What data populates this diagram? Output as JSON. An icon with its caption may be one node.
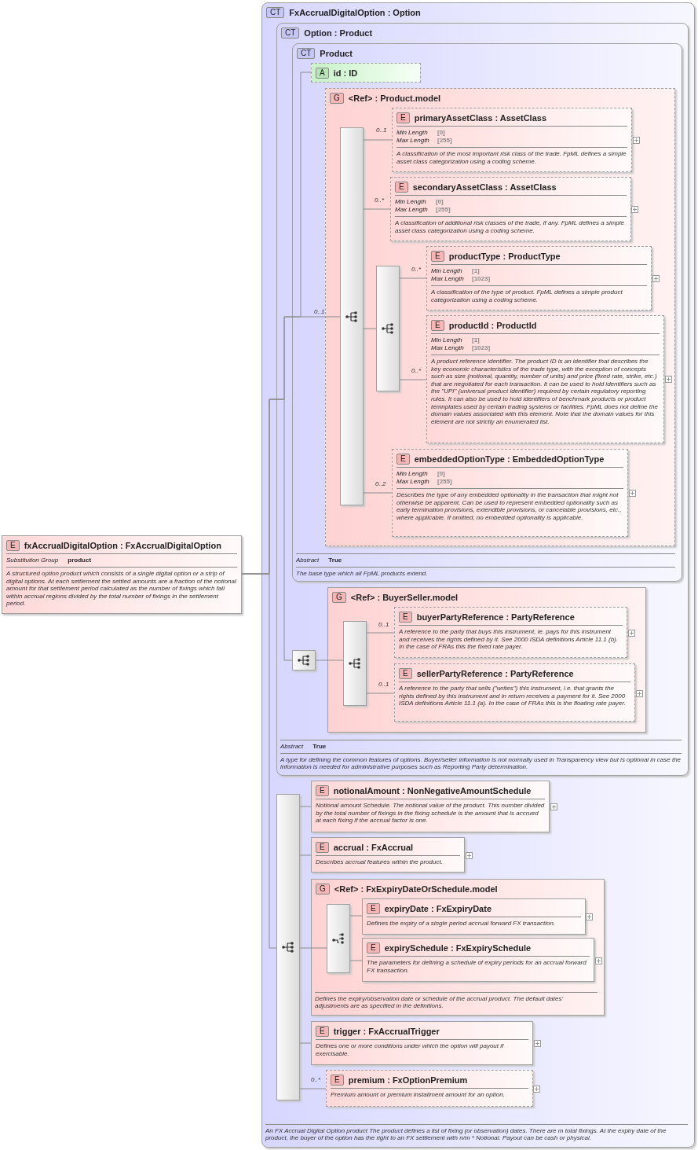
{
  "diagram": {
    "nodes": [
      {
        "text": [
          "E",
          "fxAccrualDigitalOption : FxAccrualDigitalOption",
          "Substitution Group",
          "product",
          "A structured option product which consists of a single digital option or a strip of digital options. At each settlement the settled amounts are a fraction of the notional amount for that settlement period calculated as the number of fixings which fall within accrual regions divided by the total number of fixings in the settlement period."
        ]
      },
      {
        "text": [
          "CT",
          "FxAccrualDigitalOption : Option",
          "An FX Accrual Digital Option product The product defines a list of fixing (or observation) dates. There are m total fixings. At the expiry date of the product, the buyer of the option has the right to an FX settlement with n/m * Notional. Payout can be cash or physical."
        ]
      },
      {
        "text": [
          "CT",
          "Option : Product",
          "Abstract",
          "True",
          "A type for defining the common features of options. Buyer/seller information is not normally used in Transparency view but is optional in case the information is needed for administrative purposes such as Reporting Party determination."
        ],
        "in": 1
      },
      {
        "text": [
          "CT",
          "Product",
          "Abstract",
          "True",
          "The base type which all FpML products extend."
        ],
        "in": 2
      },
      {
        "text": [
          "A",
          "id : ID"
        ],
        "in": 3
      },
      {
        "text": [
          "G",
          "<Ref> : Product.model"
        ],
        "in": 3
      },
      {
        "text": [],
        "shape": "box",
        "in": 5
      },
      {
        "text": [
          "E",
          "primaryAssetClass : AssetClass",
          "Min Length",
          "[0]",
          "Max Length",
          "[255]",
          "A classification of the most important risk class of the trade. FpML defines a simple asset class categorization using a coding scheme."
        ],
        "in": 5
      },
      {
        "text": [
          "E",
          "secondaryAssetClass : AssetClass",
          "Min Length",
          "[0]",
          "Max Length",
          "[255]",
          "A classification of additional risk classes of the trade, if any. FpML defines a simple asset class categorization using a coding scheme."
        ],
        "in": 5
      },
      {
        "text": [],
        "shape": "box",
        "in": 5
      },
      {
        "text": [
          "E",
          "productType : ProductType",
          "Min Length",
          "[1]",
          "Max Length",
          "[1023]",
          "A classification of the type of product. FpML defines a simple product categorization using a coding scheme."
        ],
        "in": 5
      },
      {
        "text": [
          "E",
          "productId : ProductId",
          "Min Length",
          "[1]",
          "Max Length",
          "[1023]",
          "A product reference identifier. The product ID is an identifier that describes the key economic characteristics of the trade type, with the exception of concepts such as size (notional, quantity, number of units) and price (fixed rate, strike, etc.) that are negotiated for each transaction. It can be used to hold identifiers such as the \"UPI\" (universal product identifier) required by certain regulatory reporting rules. It can also be used to hold identifiers of benchmark products or product temnplates used by certain trading systems or facilities. FpML does not define the domain values associated with this element. Note that the domain values for this element are not strictly an enumerated list."
        ],
        "in": 5
      },
      {
        "text": [
          "E",
          "embeddedOptionType : EmbeddedOptionType",
          "Min Length",
          "[0]",
          "Max Length",
          "[255]",
          "Describes the type of any embedded optionality in the transaction that might not otherwise be apparent. Can be used to represent embedded optionality such as early termination provisions, extendible provisions, or cancelable provisions, etc., where applicable. If omitted, no embedded optionality is applicable."
        ],
        "in": 5
      },
      {
        "text": [],
        "shape": "box",
        "in": 2
      },
      {
        "text": [
          "G",
          "<Ref> : BuyerSeller.model"
        ],
        "in": 2
      },
      {
        "text": [],
        "shape": "box",
        "in": 14
      },
      {
        "text": [
          "E",
          "buyerPartyReference : PartyReference",
          "A reference to the party that buys this instrument, ie. pays for this instrument and receives the rights defined by it. See 2000 ISDA definitions Article 11.1 (b). In the case of FRAs this the fixed rate payer."
        ],
        "in": 14
      },
      {
        "text": [
          "E",
          "sellerPartyReference : PartyReference",
          "A reference to the party that sells (\"writes\") this instrument, i.e. that grants the rights defined by this instrument and in return receives a payment for it. See 2000 ISDA definitions Article 11.1 (a). In the case of FRAs this is the floating rate payer."
        ],
        "in": 14
      },
      {
        "text": [],
        "shape": "box",
        "in": 1
      },
      {
        "text": [
          "E",
          "notionalAmount : NonNegativeAmountSchedule",
          "Notional amount Schedule. The notional value of the product. This number divided by the total number of fixings in the fixing schedule is the amount that is accrued at each fixing if the accrual factor is one."
        ],
        "in": 1
      },
      {
        "text": [
          "E",
          "accrual : FxAccrual",
          "Describes accrual features within the product."
        ],
        "in": 1
      },
      {
        "text": [
          "G",
          "<Ref> : FxExpiryDateOrSchedule.model",
          "Defines the expiry/observation date or schedule of the accrual product. The default dates' adjustments are as specified in the definitions."
        ],
        "in": 1
      },
      {
        "text": [],
        "shape": "box",
        "in": 21
      },
      {
        "text": [
          "E",
          "expiryDate : FxExpiryDate",
          "Defines the expiry of a single period accrual forward FX transaction."
        ],
        "in": 21
      },
      {
        "text": [
          "E",
          "expirySchedule : FxExpirySchedule",
          "The parameters for defining a schedule of expiry periods for an accrual forward FX transaction."
        ],
        "in": 21
      },
      {
        "text": [
          "E",
          "trigger : FxAccrualTrigger",
          "Defines one or more conditions under which the option will payout if exercisable."
        ],
        "in": 1
      },
      {
        "text": [
          "E",
          "premium : FxOptionPremium",
          "Premium amount or premium installment amount for an option."
        ],
        "in": 1
      }
    ],
    "edges": [
      {
        "from": 0,
        "to": 4,
        "arrow": "none"
      },
      {
        "from": 0,
        "to": 6,
        "arrow": "none",
        "label": "0..1"
      },
      {
        "from": 0,
        "to": 13,
        "arrow": "none"
      },
      {
        "from": 0,
        "to": 18,
        "arrow": "none"
      },
      {
        "from": 6,
        "to": 7,
        "arrow": "none",
        "label": "0..1"
      },
      {
        "from": 6,
        "to": 8,
        "arrow": "none",
        "label": "0..*"
      },
      {
        "from": 6,
        "to": 9,
        "arrow": "none"
      },
      {
        "from": 9,
        "to": 10,
        "arrow": "none",
        "label": "0..*"
      },
      {
        "from": 9,
        "to": 11,
        "arrow": "none",
        "label": "0..*"
      },
      {
        "from": 6,
        "to": 12,
        "arrow": "none",
        "label": "0..2"
      },
      {
        "from": 13,
        "to": 15,
        "arrow": "none"
      },
      {
        "from": 15,
        "to": 16,
        "arrow": "none",
        "label": "0..1"
      },
      {
        "from": 15,
        "to": 17,
        "arrow": "none",
        "label": "0..1"
      },
      {
        "from": 18,
        "to": 19,
        "arrow": "none"
      },
      {
        "from": 18,
        "to": 20,
        "arrow": "none"
      },
      {
        "from": 18,
        "to": 22,
        "arrow": "none"
      },
      {
        "from": 22,
        "to": 23,
        "arrow": "none"
      },
      {
        "from": 22,
        "to": 24,
        "arrow": "none"
      },
      {
        "from": 18,
        "to": 25,
        "arrow": "none"
      },
      {
        "from": 18,
        "to": 26,
        "arrow": "none",
        "label": "0..*"
      }
    ]
  }
}
